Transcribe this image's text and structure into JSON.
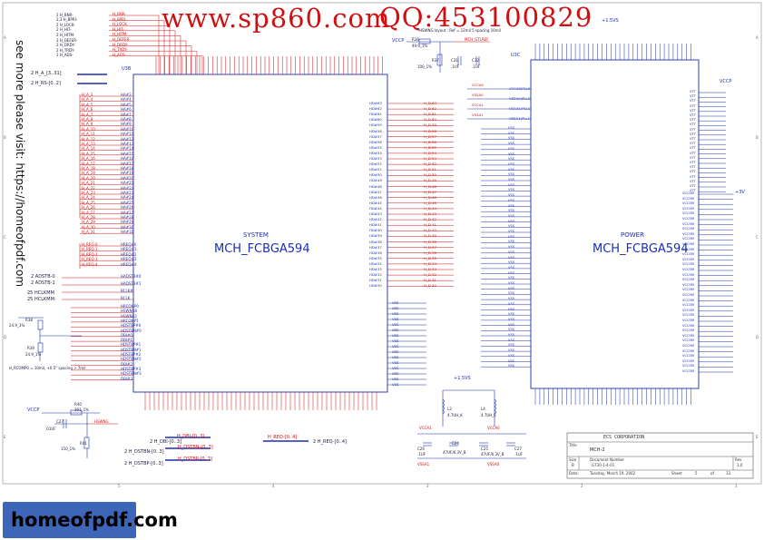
{
  "watermark": {
    "url_text": "www.sp860.com",
    "qq_text": "QQ:453100829",
    "side_text": "see more please visit: https://homeofpdf.com",
    "banner_text": "homeofpdf.com",
    "banner_color": "#3e66b8"
  },
  "notes": {
    "layout_note": "HSWNG layout : Ref = 12mil 5 spacing 10mil",
    "rcomp_note": "H_RCOMP0 = 10mil, +0.5\" spacing > 7mil",
    "power_vccp": "VCCP",
    "power_15v": "+1.5VS"
  },
  "left_chip": {
    "ref": "U3B",
    "section": "SYSTEM",
    "part": "MCH_FCBGA594"
  },
  "right_chip": {
    "ref": "U3C",
    "section": "POWER",
    "part": "MCH_FCBGA594"
  },
  "top_signals": [
    "H_BNR-",
    "H_BPRI-",
    "H_LOCK-",
    "H_HIT-",
    "H_HITM-",
    "H_DEFER-",
    "H_DRDY-",
    "H_TRDY-",
    "H_ADS-"
  ],
  "top_signal_labels": [
    "2 H_BNR-",
    "2,3 H_BPRI-",
    "2 H_LOCK-",
    "2 H_HIT-",
    "2 H_HITM-",
    "2 H_DEFER-",
    "2 H_DRDY-",
    "2 H_TRDY-",
    "2 H_ADS-"
  ],
  "address_left": {
    "ha": "2 H_A_[3..31]",
    "hrs": "2 H_RS-[0..2]",
    "adstb0": "2 ADSTB-0",
    "adstb1": "2 ADSTB-1",
    "hclk_p": "25 HCLKMM",
    "hclk_n": "25 HCLKMM-"
  },
  "address_nets": [
    "H_A_3",
    "H_A_4",
    "H_A_5",
    "H_A_6",
    "H_A_7",
    "H_A_8",
    "H_A_9",
    "H_A_10",
    "H_A_11",
    "H_A_12",
    "H_A_13",
    "H_A_14",
    "H_A_15",
    "H_A_16",
    "H_A_17",
    "H_A_18",
    "H_A_19",
    "H_A_20",
    "H_A_21",
    "H_A_22",
    "H_A_23",
    "H_A_24",
    "H_A_25",
    "H_A_26",
    "H_A_27",
    "H_A_28",
    "H_A_29",
    "H_A_30",
    "H_A_31"
  ],
  "address_pins": [
    "HA#3",
    "HA#4",
    "HA#5",
    "HA#6",
    "HA#7",
    "HA#8",
    "HA#9",
    "HA#10",
    "HA#11",
    "HA#12",
    "HA#13",
    "HA#14",
    "HA#15",
    "HA#16",
    "HA#17",
    "HA#18",
    "HA#19",
    "HA#20",
    "HA#21",
    "HA#22",
    "HA#23",
    "HA#24",
    "HA#25",
    "HA#26",
    "HA#27",
    "HA#28",
    "HA#29",
    "HA#30",
    "HA#31"
  ],
  "req_pins": [
    "HREQ#0",
    "HREQ#1",
    "HREQ#2",
    "HREQ#3",
    "HREQ#4"
  ],
  "misc_pins": [
    "HADSTB#0",
    "HADSTB#1",
    "BCLK#",
    "BCLK"
  ],
  "lower_left_pins": [
    "HRCOMP0",
    "HSWNG0",
    "HSWNG1",
    "HRCOMP1",
    "HDSTBP#0",
    "HDSTBN#0",
    "DBI#0",
    "DBI#1",
    "HDSTBP#1",
    "HDSTBN#1",
    "HDSTBP#2",
    "HDSTBN#2",
    "DBI#2",
    "HDSTBP#3",
    "HDSTBN#3",
    "DBI#3"
  ],
  "data_pins": [
    "HD#63",
    "HD#62",
    "HD#61",
    "HD#60",
    "HD#59",
    "HD#58",
    "HD#57",
    "HD#56",
    "HD#55",
    "HD#54",
    "HD#53",
    "HD#52",
    "HD#51",
    "HD#50",
    "HD#49",
    "HD#48",
    "HD#47",
    "HD#46",
    "HD#45",
    "HD#44",
    "HD#43",
    "HD#42",
    "HD#41",
    "HD#40",
    "HD#39",
    "HD#38",
    "HD#37",
    "HD#36",
    "HD#35",
    "HD#34",
    "HD#33",
    "HD#32",
    "HD#31",
    "HD#30"
  ],
  "vss_label": "VSS",
  "vtt_label": "VTT",
  "vccsm_label": "VCCSM",
  "power_pins_right": [
    "VCCAS(PLL0)",
    "VSSA0(PLL0)",
    "VCCA1(PLL1)",
    "VSSA1(PLL1)"
  ],
  "power_nets_right": [
    "VCCA0",
    "VSSA0",
    "VCCA1",
    "VSSA1"
  ],
  "components": {
    "r38": "R38",
    "r38_val": "24.9_1%",
    "r39": "R39",
    "r39_val": "24.9_1%",
    "r36": "R36",
    "r36_val": "49.9_1%",
    "r37": "R37",
    "r37_val": "100_1%",
    "c31": "C31",
    "c31_val": ".1UF",
    "c32": "C32",
    "c32_val": ".1UF",
    "r40": "R40",
    "r40_val": "301_1%",
    "r41": "R41",
    "r41_val": "150_1%",
    "c27": "C27",
    "c27_val": ".01UF",
    "l3": "L3",
    "l3_val": "4.7UH_K",
    "l4": "L4",
    "l4_val": "4.7UH_K",
    "c26": "C26",
    "c26_val": ".1UF",
    "c24": "C24",
    "c24_val": "47UF/6.3V_B",
    "c25": "C25",
    "c25_val": "47UF/6.3V_B",
    "c27b": "C27",
    "c27b_val": ".1UF",
    "hswng": "HSWNG",
    "mch_gtlref": "MCH_GTLREF",
    "vcca1": "VCCA1",
    "vcca0": "VCCA0",
    "vssa1": "VSSA1",
    "vssa0": "VSSA0"
  },
  "bottom_buses": {
    "hreq": "H_REQ-[0..4]",
    "hreq_left": "2 H_REQ-[0..4]",
    "hdbi": "H_DBI-[0..3]",
    "hdbi_left": "2 H_DBI-[0..3]",
    "hdstbn": "H_DSTBN-[0..3]",
    "hdstbn_left": "2 H_DSTBN-[0..3]",
    "hdstbp": "H_DSTBP-[0..3]",
    "hdstbp_left": "2 H_DSTBP-[0..3]"
  },
  "title_block": {
    "company": "ECS CORPORATION",
    "title_label": "Title",
    "title": "MCH-2",
    "size_label": "Size",
    "size": "B",
    "docnum_label": "Document Number",
    "docnum": "G730-1-4-01",
    "rev_label": "Rev",
    "rev": "1.0",
    "date_label": "Date:",
    "date": "Tuesday, March 19, 2002",
    "sheet_label": "Sheet",
    "sheet": "5",
    "of_label": "of",
    "total": "33"
  },
  "frame_letters": [
    "A",
    "B",
    "C",
    "D",
    "E"
  ],
  "frame_numbers": [
    "1",
    "2",
    "3",
    "4",
    "5"
  ],
  "vcc_right": "VCCP",
  "plus3v": "+3V"
}
